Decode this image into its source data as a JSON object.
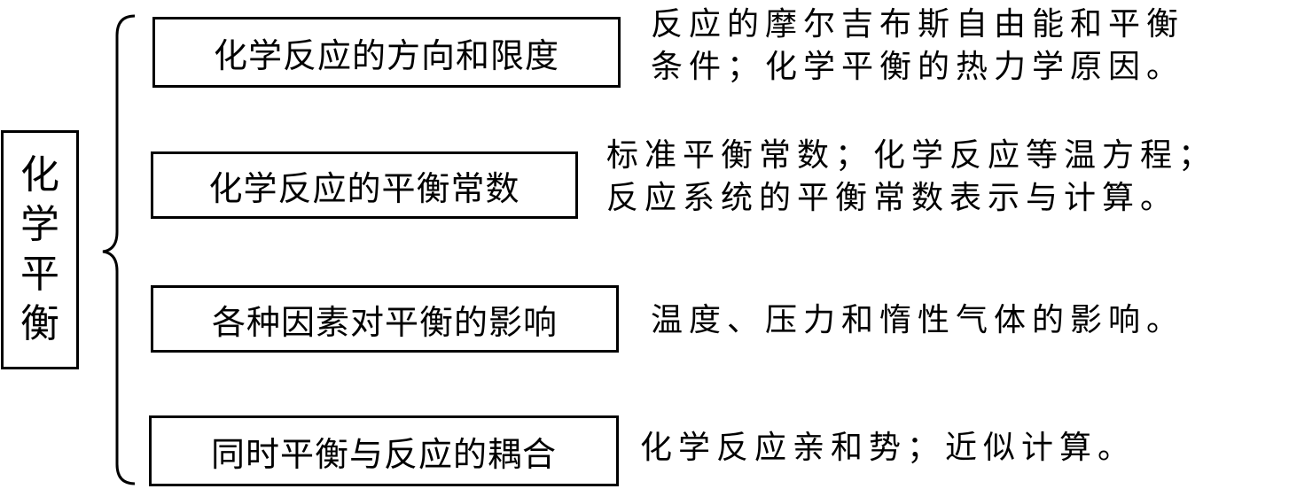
{
  "root": {
    "chars": [
      "化",
      "学",
      "平",
      "衡"
    ]
  },
  "topics": [
    {
      "label": "化学反应的方向和限度",
      "desc": [
        "反应的摩尔吉布斯自由能和平衡",
        "条件；化学平衡的热力学原因。"
      ]
    },
    {
      "label": "化学反应的平衡常数",
      "desc": [
        "标准平衡常数；化学反应等温方程；",
        "反应系统的平衡常数表示与计算。"
      ]
    },
    {
      "label": "各种因素对平衡的影响",
      "desc": [
        "温度、压力和惰性气体的影响。"
      ]
    },
    {
      "label": "同时平衡与反应的耦合",
      "desc": [
        "化学反应亲和势；近似计算。"
      ]
    }
  ]
}
